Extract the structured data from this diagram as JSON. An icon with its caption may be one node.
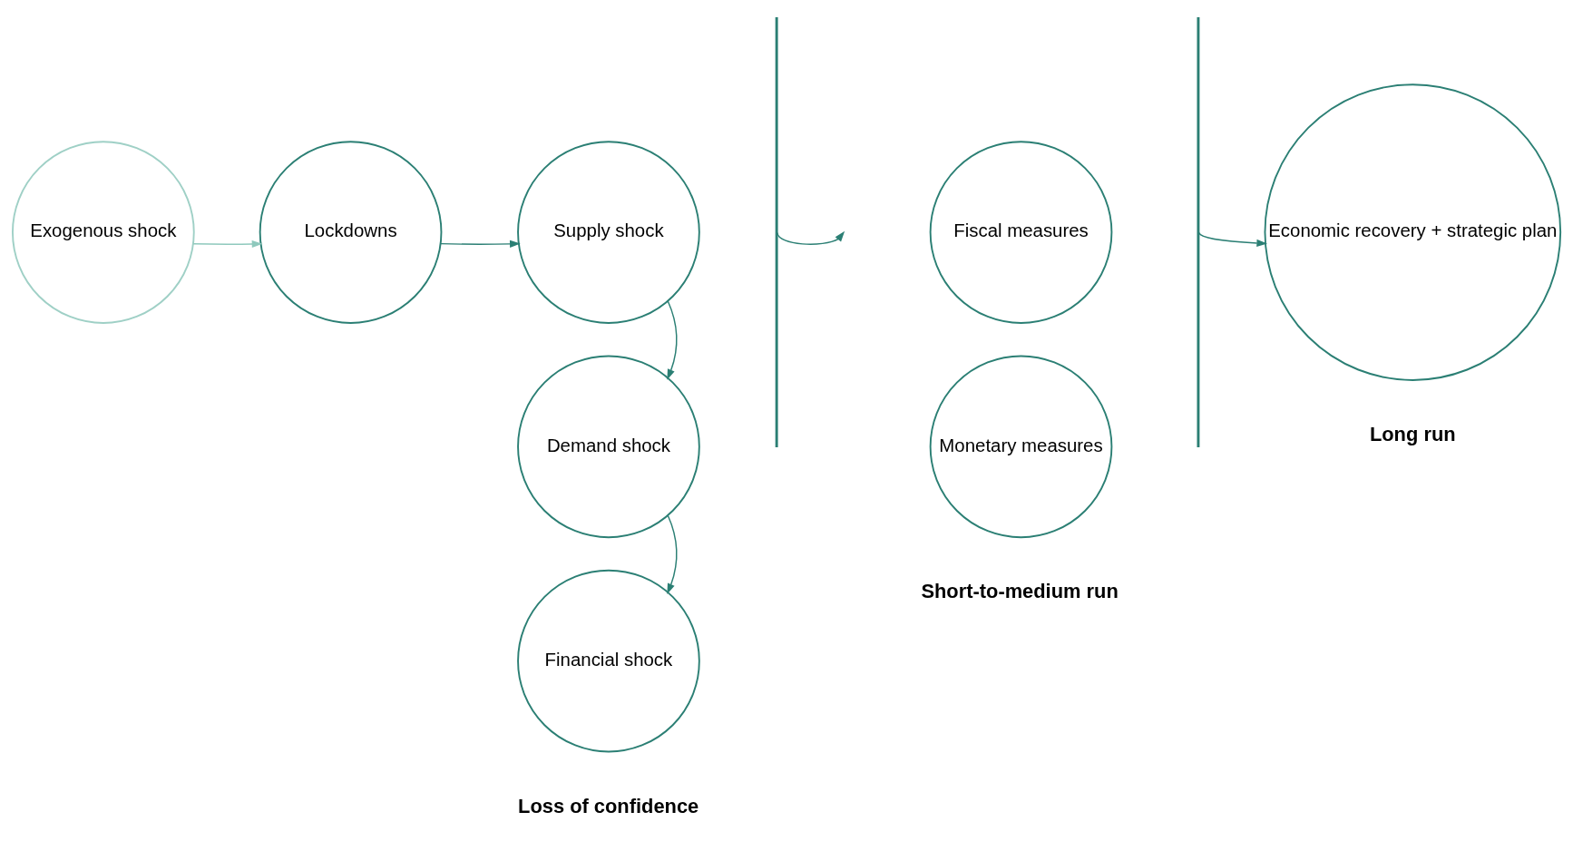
{
  "diagram": {
    "nodes": [
      {
        "text": [
          "Exogenous shock"
        ]
      },
      {
        "text": [
          "Lockdowns"
        ]
      },
      {
        "text": [
          "Supply shock"
        ]
      },
      {
        "text": [
          "Demand shock"
        ]
      },
      {
        "text": [
          "Financial shock"
        ]
      },
      {
        "text": [],
        "shape": "bar"
      },
      {
        "text": [
          "Fiscal measures"
        ]
      },
      {
        "text": [
          "Monetary measures"
        ]
      },
      {
        "text": [],
        "shape": "bar"
      },
      {
        "text": [
          "Economic recovery + strategic plan"
        ]
      }
    ],
    "edges": [
      {
        "from": 0,
        "to": 1,
        "arrow": "to",
        "color": "#8fc9bd"
      },
      {
        "from": 1,
        "to": 2,
        "arrow": "to"
      },
      {
        "from": 2,
        "to": 3,
        "arrow": "to"
      },
      {
        "from": 3,
        "to": 4,
        "arrow": "to"
      },
      {
        "from": 5,
        "to": null,
        "arrow": "to"
      },
      {
        "from": 8,
        "to": 9,
        "arrow": "to"
      }
    ],
    "labels": [
      "Loss of confidence",
      "Short-to-medium run",
      "Long run"
    ]
  }
}
